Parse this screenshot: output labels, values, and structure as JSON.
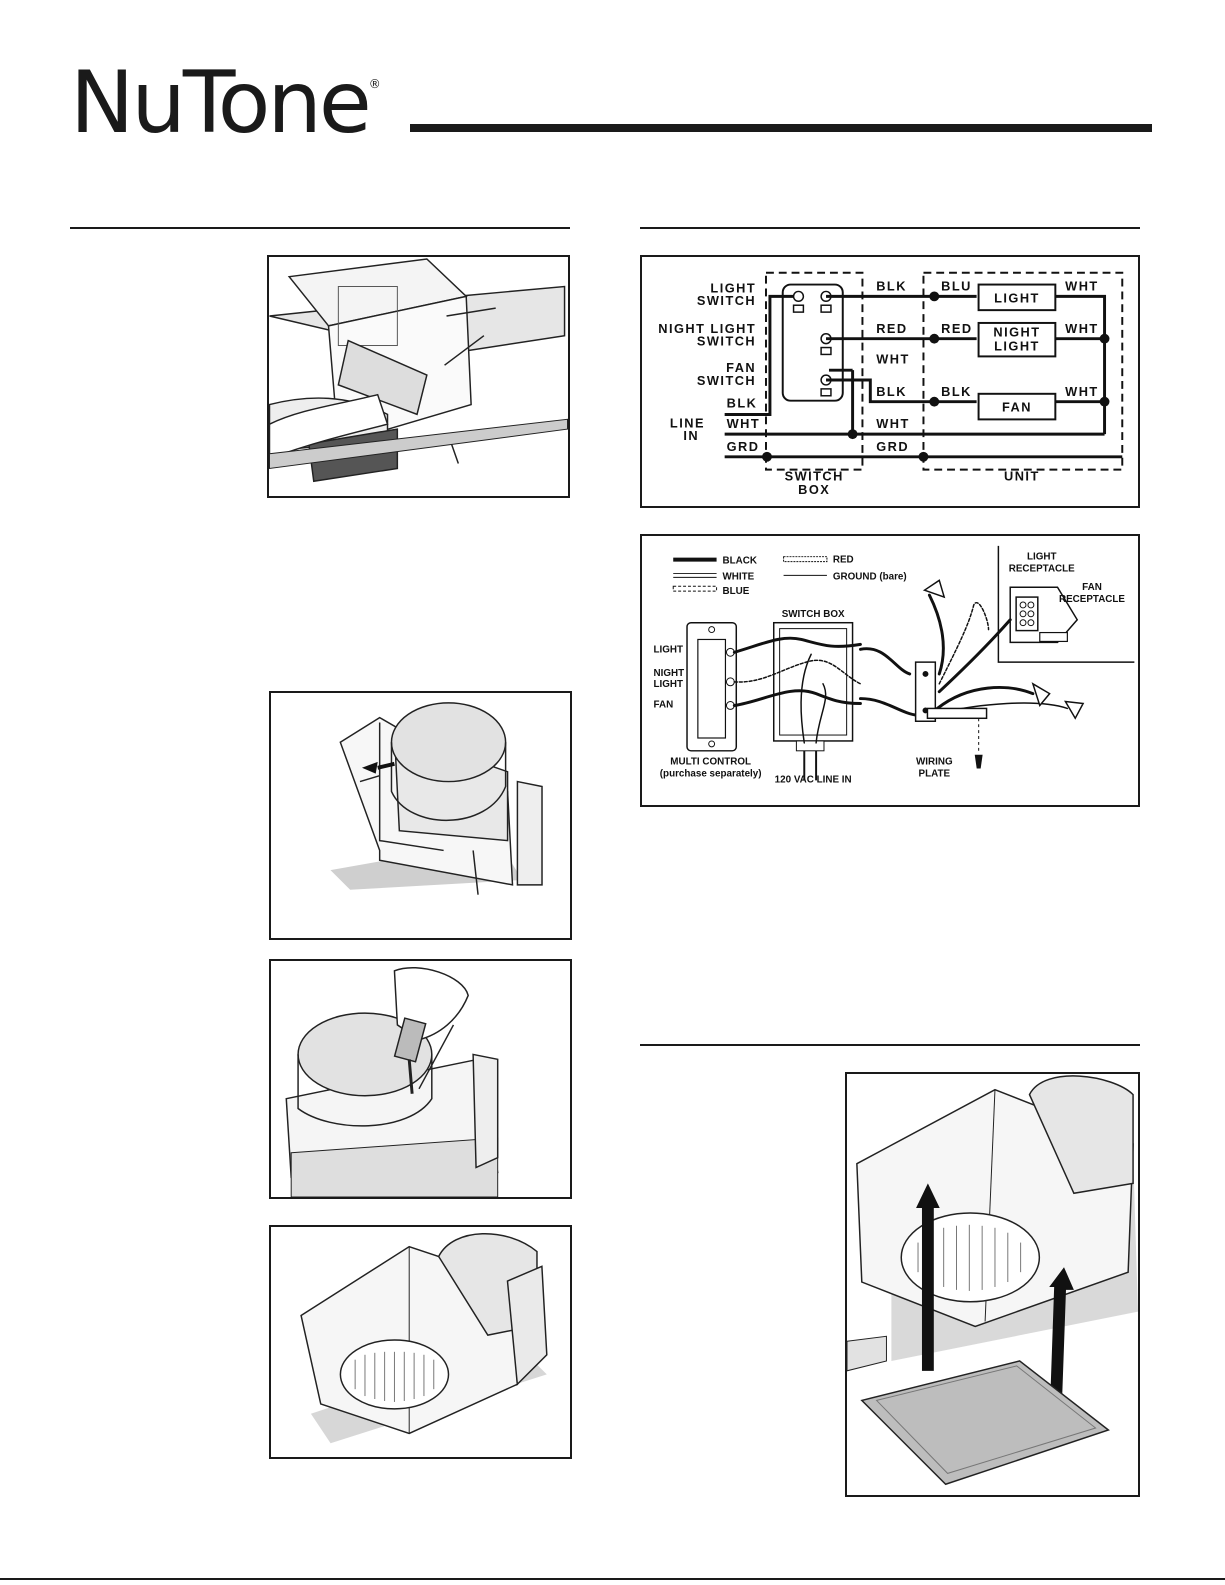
{
  "brand": {
    "name": "NuTone",
    "mark": "®"
  },
  "schematic": {
    "left_labels": {
      "light_switch_1": "LIGHT",
      "light_switch_2": "SWITCH",
      "night_switch_1": "NIGHT LIGHT",
      "night_switch_2": "SWITCH",
      "fan_switch_1": "FAN",
      "fan_switch_2": "SWITCH",
      "line_in_1": "LINE",
      "line_in_2": "IN",
      "blk": "BLK",
      "wht": "WHT",
      "grd": "GRD"
    },
    "mid_labels": {
      "blk1": "BLK",
      "red": "RED",
      "wht1": "WHT",
      "blk2": "BLK",
      "wht2": "WHT",
      "grd": "GRD"
    },
    "unit_labels": {
      "blu": "BLU",
      "red": "RED",
      "blk": "BLK",
      "wht1": "WHT",
      "wht2": "WHT",
      "wht3": "WHT"
    },
    "components": {
      "light": "LIGHT",
      "night_1": "NIGHT",
      "night_2": "LIGHT",
      "fan": "FAN"
    },
    "box_labels": {
      "switch_1": "SWITCH",
      "switch_2": "BOX",
      "unit": "UNIT"
    }
  },
  "pictorial": {
    "legend": {
      "black": "BLACK",
      "white": "WHITE",
      "blue": "BLUE",
      "red": "RED",
      "ground": "GROUND (bare)"
    },
    "labels": {
      "light_receptacle_1": "LIGHT",
      "light_receptacle_2": "RECEPTACLE",
      "fan_receptacle_1": "FAN",
      "fan_receptacle_2": "RECEPTACLE",
      "switch_box": "SWITCH BOX",
      "light": "LIGHT",
      "night_1": "NIGHT",
      "night_2": "LIGHT",
      "fan": "FAN",
      "multi_1": "MULTI CONTROL",
      "multi_2": "(purchase separately)",
      "line_in": "120 VAC LINE IN",
      "wiring_1": "WIRING",
      "wiring_2": "PLATE"
    }
  }
}
